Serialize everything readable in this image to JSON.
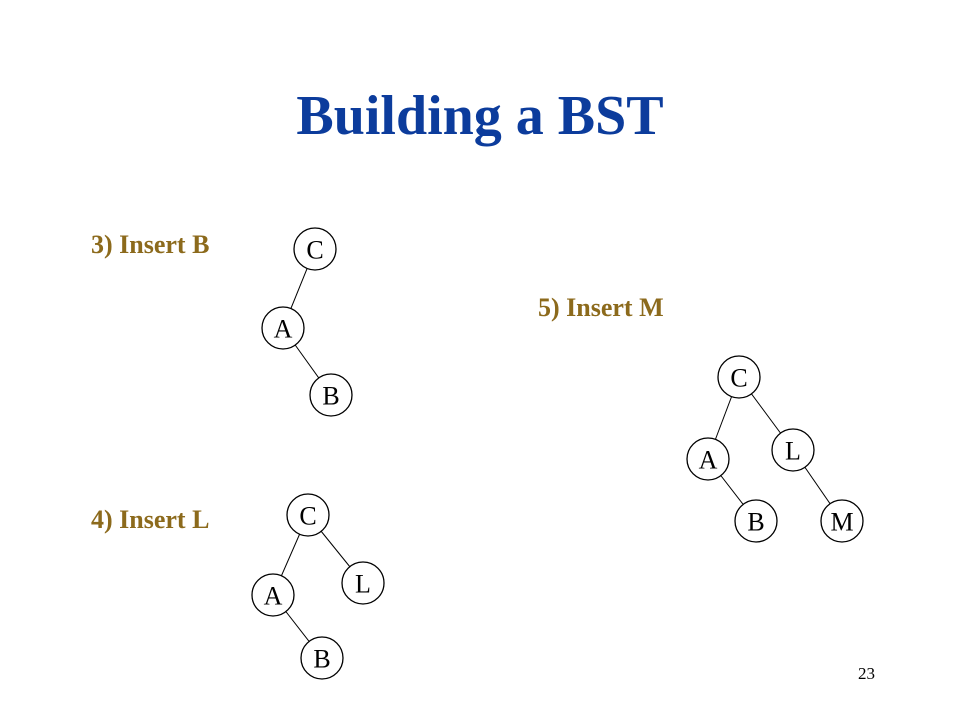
{
  "title": "Building a BST",
  "page_number": "23",
  "steps": [
    {
      "label": "3) Insert B",
      "nodes": [
        "C",
        "A",
        "B"
      ]
    },
    {
      "label": "4) Insert L",
      "nodes": [
        "C",
        "A",
        "L",
        "B"
      ]
    },
    {
      "label": "5) Insert M",
      "nodes": [
        "C",
        "A",
        "L",
        "B",
        "M"
      ]
    }
  ],
  "colors": {
    "title": "#0c3c9c",
    "step_label": "#8c6a1c",
    "node_fill": "#ffffff",
    "node_stroke": "#000000"
  }
}
